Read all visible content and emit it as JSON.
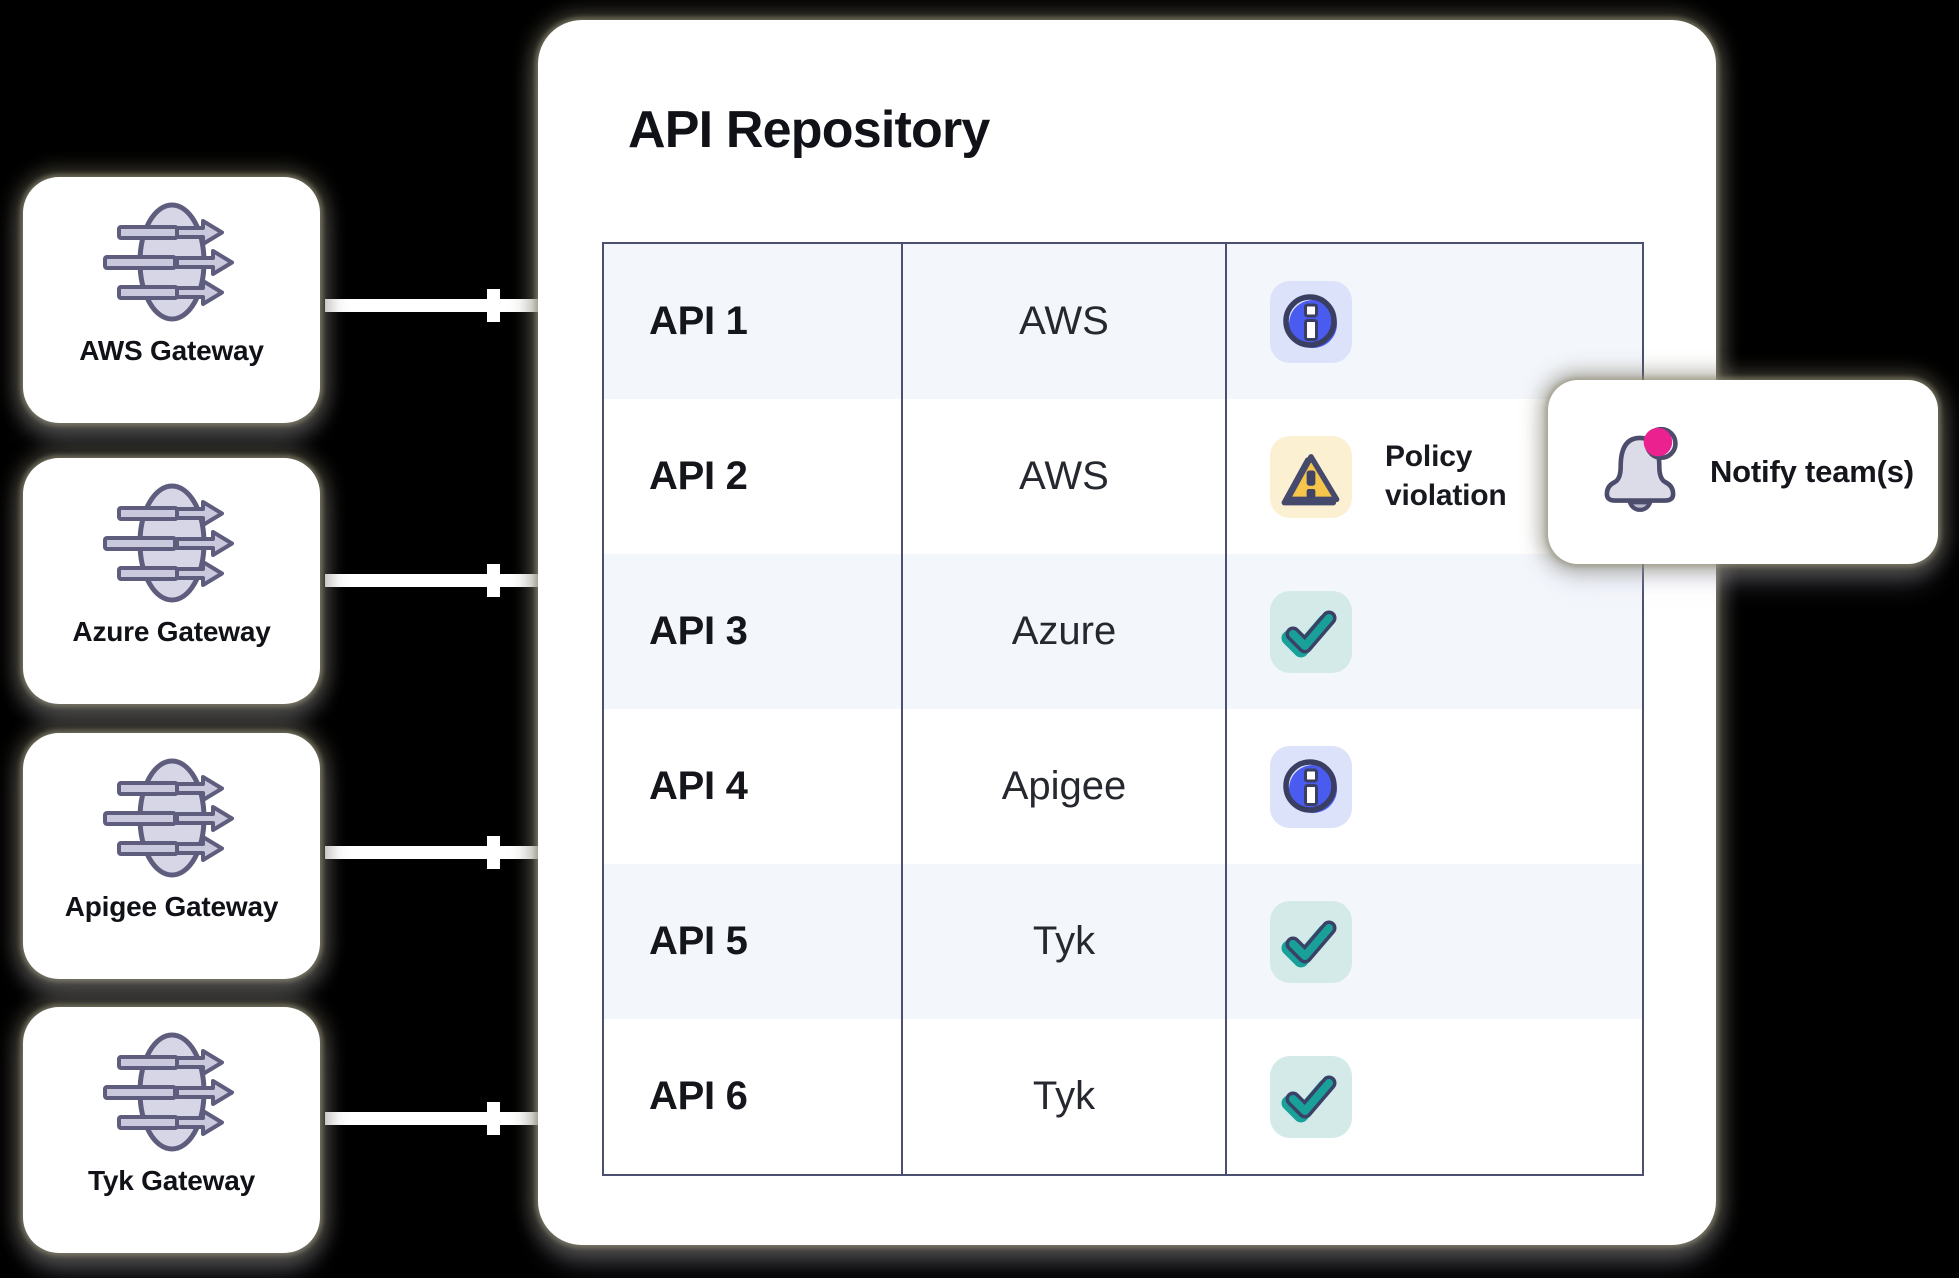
{
  "panel": {
    "title": "API Repository"
  },
  "gateways": [
    {
      "label": "AWS Gateway"
    },
    {
      "label": "Azure Gateway"
    },
    {
      "label": "Apigee Gateway"
    },
    {
      "label": "Tyk Gateway"
    }
  ],
  "table": {
    "rows": [
      {
        "api": "API 1",
        "provider": "AWS",
        "status": "info"
      },
      {
        "api": "API 2",
        "provider": "AWS",
        "status": "warning",
        "status_label": "Policy violation"
      },
      {
        "api": "API 3",
        "provider": "Azure",
        "status": "ok"
      },
      {
        "api": "API 4",
        "provider": "Apigee",
        "status": "info"
      },
      {
        "api": "API 5",
        "provider": "Tyk",
        "status": "ok"
      },
      {
        "api": "API 6",
        "provider": "Tyk",
        "status": "ok"
      }
    ]
  },
  "callout": {
    "label": "Notify team(s)",
    "icon": "bell-icon"
  },
  "colors": {
    "background": "#000000",
    "surface": "#ffffff",
    "table_border": "#4b4f70",
    "row_stripe": "#f3f6fb",
    "info_bg": "#dbe2f9",
    "info_blue": "#4a5cf0",
    "warning_bg": "#fcf0d2",
    "warning_amber": "#f6c54b",
    "ok_bg": "#d3eae8",
    "ok_teal": "#18a099",
    "outline_navy": "#3b4166",
    "gateway_fill": "#d7d6e6",
    "gateway_outline": "#5e5d7e",
    "notify_pink": "#eb2190"
  }
}
